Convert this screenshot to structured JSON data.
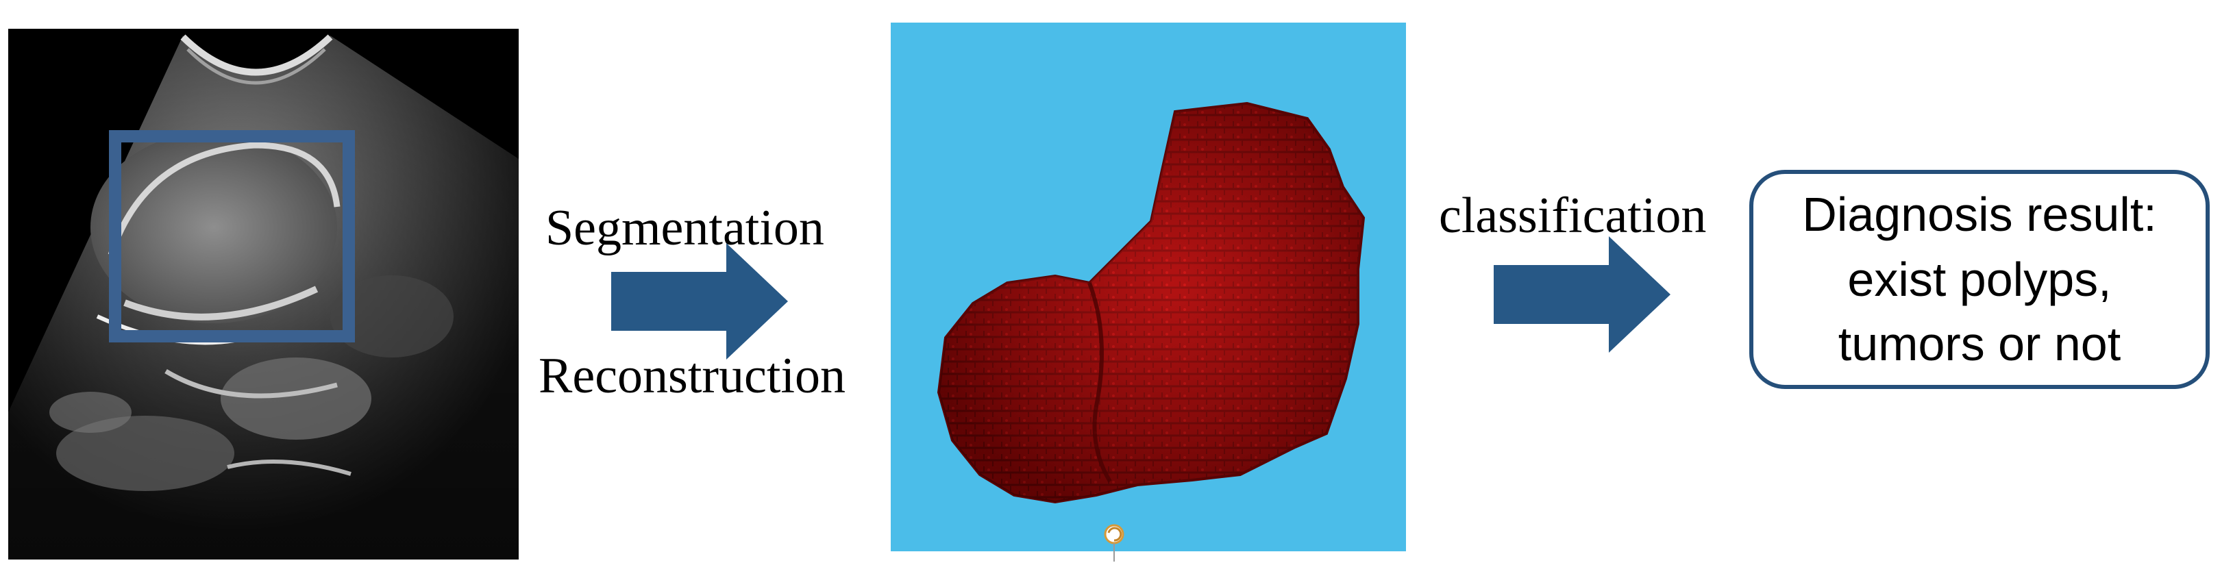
{
  "steps": {
    "segmentation_label": "Segmentation",
    "reconstruction_label": "Reconstruction",
    "classification_label": "classification"
  },
  "result": {
    "lines": [
      "Diagnosis result:",
      "exist polyps,",
      "tumors or not"
    ]
  },
  "colors": {
    "arrow": "#275886",
    "roi_box": "#3b6190",
    "model_background": "#4bbde9",
    "model_tissue": "#8a0606",
    "result_border": "#254f7a"
  },
  "icons": {
    "arrows": "right-arrow-icon",
    "handle": "rotate-handle-icon"
  }
}
